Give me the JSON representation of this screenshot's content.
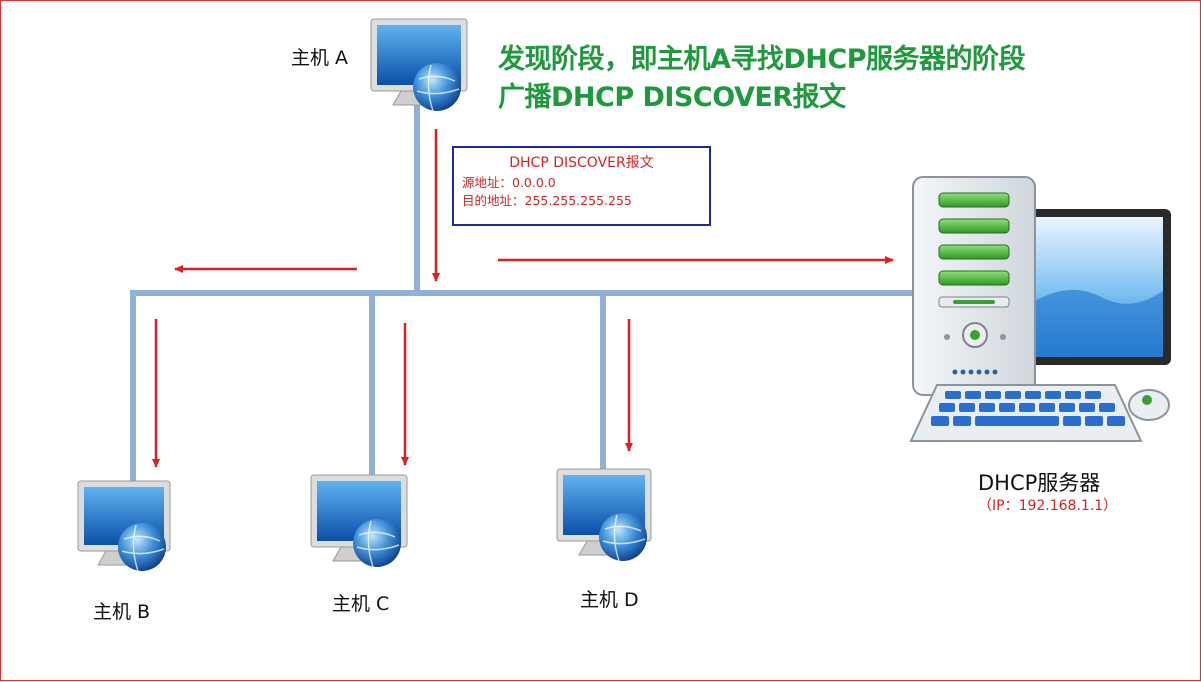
{
  "heading": {
    "line1": "发现阶段，即主机A寻找DHCP服务器的阶段",
    "line2": "广播DHCP DISCOVER报文"
  },
  "hosts": {
    "a": "主机 A",
    "b": "主机 B",
    "c": "主机 C",
    "d": "主机 D"
  },
  "packet": {
    "title": "DHCP DISCOVER报文",
    "source": "源地址：0.0.0.0",
    "destination": "目的地址：255.255.255.255"
  },
  "server": {
    "name": "DHCP服务器",
    "ip": "（IP：192.168.1.1）"
  },
  "colors": {
    "heading": "#1e9a3c",
    "arrow": "#e02020",
    "bus": "#8fb0d8",
    "packet_border": "#1b2a9c",
    "frame_border": "#e03030"
  },
  "icons": {
    "host": "monitor-globe-icon",
    "server": "server-computer-icon"
  }
}
